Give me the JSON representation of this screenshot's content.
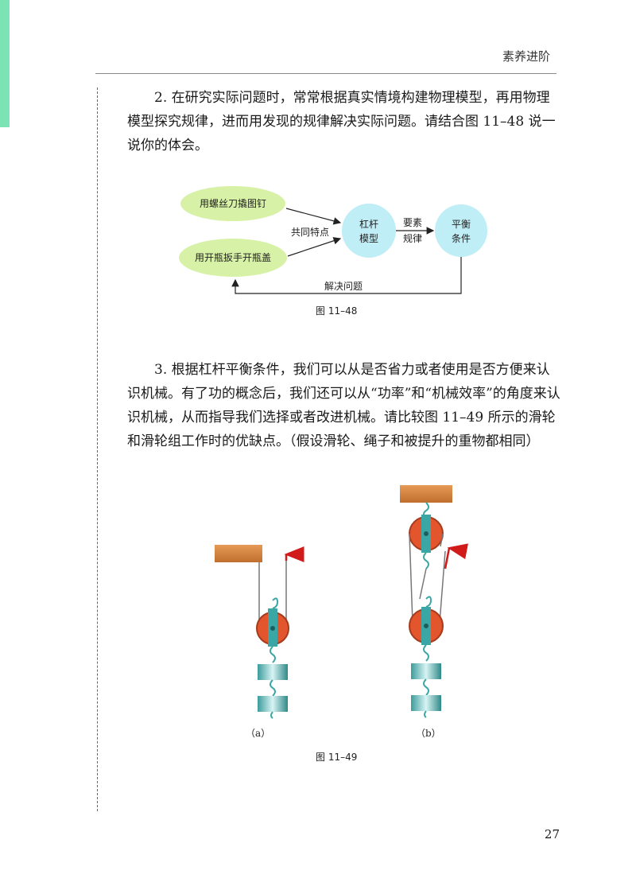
{
  "header": {
    "section_title": "素养进阶"
  },
  "question2": {
    "text": "2. 在研究实际问题时，常常根据真实情境构建物理模型，再用物理模型探究规律，进而用发现的规律解决实际问题。请结合图 11–48 说一说你的体会。"
  },
  "figure_11_48": {
    "node_screwdriver": "用螺丝刀撬图钉",
    "node_bottle_opener": "用开瓶扳手开瓶盖",
    "label_common": "共同特点",
    "node_lever_line1": "杠杆",
    "node_lever_line2": "模型",
    "label_elements_line1": "要素",
    "label_elements_line2": "规律",
    "node_balance_line1": "平衡",
    "node_balance_line2": "条件",
    "label_solve": "解决问题",
    "caption": "图 11–48",
    "colors": {
      "ellipse": "#d7f1a6",
      "circle": "#bfeef7"
    }
  },
  "question3": {
    "text": "3. 根据杠杆平衡条件，我们可以从是否省力或者使用是否方便来认识机械。有了功的概念后，我们还可以从“功率”和“机械效率”的角度来认识机械，从而指导我们选择或者改进机械。请比较图 11–49 所示的滑轮和滑轮组工作时的优缺点。（假设滑轮、绳子和被提升的重物都相同）"
  },
  "figure_11_49": {
    "label_a": "（a）",
    "label_b": "（b）",
    "caption": "图 11–49",
    "colors": {
      "wood": "#d9823f",
      "wheel": "#e2552d",
      "bracket": "#3aa6a6",
      "arrow": "#d11a1a",
      "weight": "#6cc4c4"
    }
  },
  "page": {
    "number": "27"
  }
}
